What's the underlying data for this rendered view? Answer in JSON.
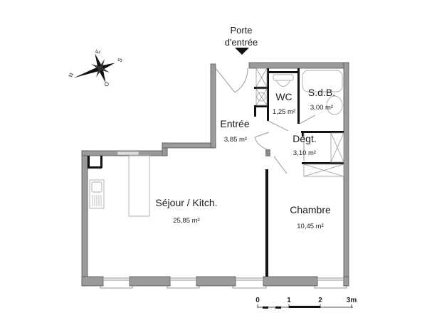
{
  "entrance": {
    "label_line1": "Porte",
    "label_line2": "d'entrée"
  },
  "compass": {
    "north": "N",
    "east": "E",
    "south": "S",
    "west": "O"
  },
  "rooms": [
    {
      "name": "Entrée",
      "area": "3,85 m²"
    },
    {
      "name": "WC",
      "area": "1,25 m²"
    },
    {
      "name": "S.d.B.",
      "area": "3,00 m²"
    },
    {
      "name": "Dégt.",
      "area": "3,10 m²"
    },
    {
      "name": "Séjour / Kitch.",
      "area": "25,85 m²"
    },
    {
      "name": "Chambre",
      "area": "10,45 m²"
    }
  ],
  "scale": {
    "ticks": [
      "0",
      "1",
      "2",
      "3m"
    ]
  },
  "colors": {
    "wall": "#9a9a9a",
    "wall_edge": "#555555",
    "partition": "#111111",
    "fixture": "#aaaaaa"
  }
}
